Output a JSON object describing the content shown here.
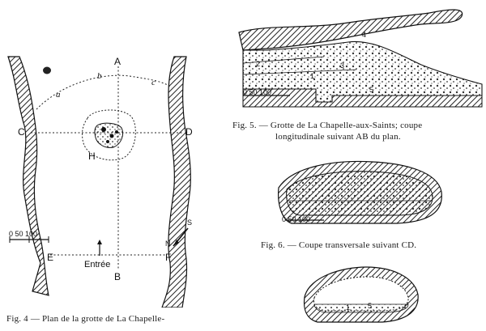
{
  "fig4": {
    "caption": "Fig. 4 — Plan de la grotte de La Chapelle-",
    "labels": {
      "A": "A",
      "B": "B",
      "C": "C",
      "D": "D",
      "E": "E",
      "F": "F",
      "H": "H",
      "a": "a",
      "b": "b",
      "c": "c",
      "N": "N",
      "S": "S",
      "entree": "Entrée",
      "scale": "0   50   100"
    }
  },
  "fig5": {
    "caption_line1": "Fig. 5. — Grotte de La Chapelle-aux-Saints; coupe",
    "caption_line2": "longitudinale suivant AB du plan.",
    "scale": "0   50   100",
    "layers": [
      "1",
      "2",
      "3",
      "4",
      "5"
    ]
  },
  "fig6": {
    "caption": "Fig. 6. — Coupe transversale suivant CD.",
    "scale": "0  50  100"
  },
  "fig7": {
    "layers": [
      "1",
      "5"
    ]
  }
}
